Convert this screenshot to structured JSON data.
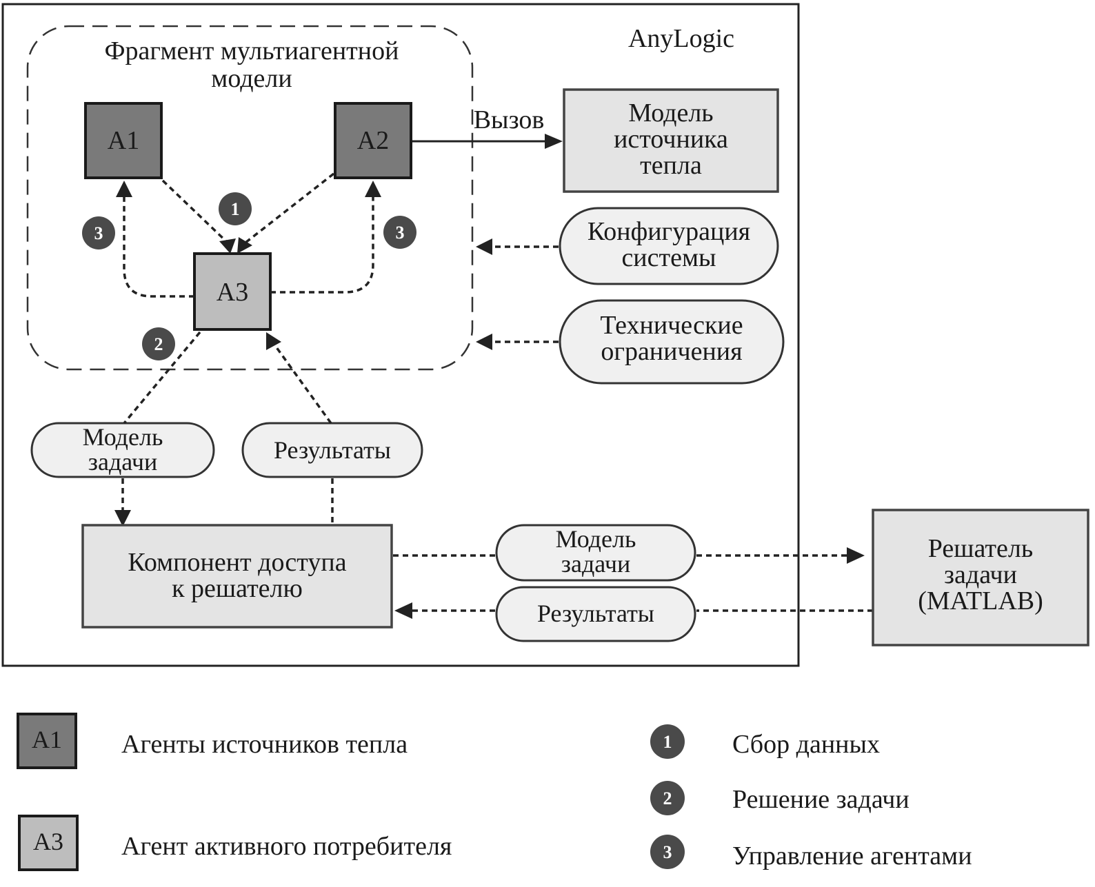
{
  "title": "AnyLogic",
  "fragment_label": [
    "Фрагмент мультиагентной",
    "модели"
  ],
  "agents": {
    "a1": "A1",
    "a2": "A2",
    "a3": "A3"
  },
  "call_label": "Вызов",
  "heat_source_model": [
    "Модель",
    "источника",
    "тепла"
  ],
  "system_config": [
    "Конфигурация",
    "системы"
  ],
  "tech_constraints": [
    "Технические",
    "ограничения"
  ],
  "task_model_left": [
    "Модель",
    "задачи"
  ],
  "results_left": "Результаты",
  "solver_access": [
    "Компонент доступа",
    "к решателю"
  ],
  "task_model_right": [
    "Модель",
    "задачи"
  ],
  "results_right": "Результаты",
  "solver": [
    "Решатель",
    "задачи",
    "(MATLAB)"
  ],
  "badges": {
    "collect": "1",
    "solve": "2",
    "manage": "3"
  },
  "legend": {
    "a1_box": "A1",
    "a1_text": "Агенты источников тепла",
    "a3_box": "A3",
    "a3_text": "Агент активного потребителя",
    "items": [
      {
        "num": "1",
        "text": "Сбор данных"
      },
      {
        "num": "2",
        "text": "Решение задачи"
      },
      {
        "num": "3",
        "text": "Управление агентами"
      }
    ]
  },
  "colors": {
    "heat_agent": "#7a7a7a",
    "consumer_agent": "#bdbdbd",
    "component": "#e4e4e4",
    "badge": "#4a4a4a"
  }
}
